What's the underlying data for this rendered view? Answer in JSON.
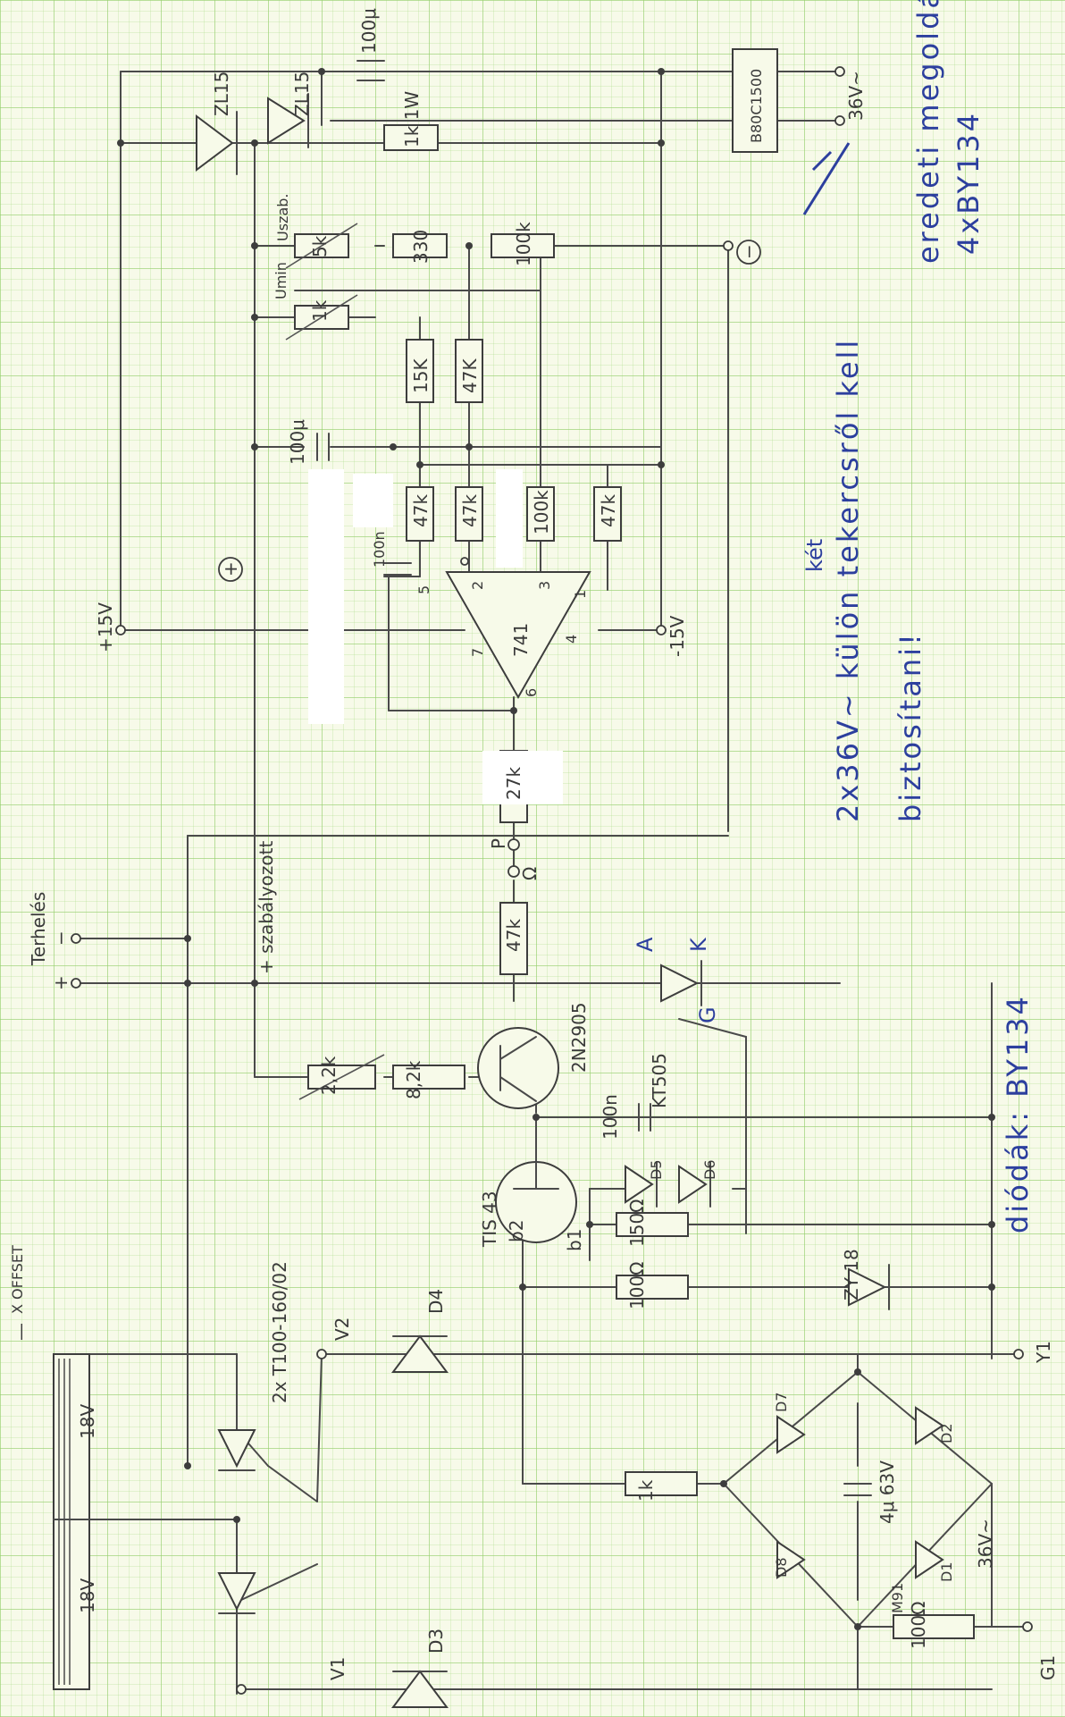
{
  "labels": {
    "minus_top": "—",
    "offset": "X OFFSET",
    "tr1": "18V",
    "tr2": "18V",
    "thyristor": "2x T100-160/02",
    "d3": "D3",
    "d4": "D4",
    "v1": "V1",
    "v2": "V2",
    "tis43": "TIS 43",
    "b1": "b1",
    "b2": "b2",
    "n2905": "2N2905",
    "kt505": "KT505",
    "a": "A",
    "k": "K",
    "g": "G",
    "r150": "150Ω",
    "r100": "100Ω",
    "r1k": "1k",
    "r100g": "100Ω",
    "g1": "G1",
    "w91": "M91",
    "zy18": "ZY 18",
    "d5": "D5",
    "d6": "D6",
    "c100n_c": "100n",
    "r8k2": "8,2k",
    "r2k2": "2,2k",
    "r47k_p": "47k",
    "r27k": "27k",
    "p": "P",
    "omega": "Ω",
    "terheles": "Terhelés",
    "plus_t": "+",
    "minus_t": "−",
    "szabalyozott": "+ szabályozott",
    "op741": "741",
    "pin2": "2",
    "pin3": "3",
    "pin4": "4",
    "pin5": "5",
    "pin6": "6",
    "pin7": "7",
    "pin1": "1",
    "c100n": "100n",
    "r47a": "47k",
    "r47b": "47k",
    "r100k": "100k",
    "r47c": "47k",
    "r15k": "15K",
    "r47d": "47K",
    "c100u_mid": "100μ",
    "plus15": "+15V",
    "minus15": "-15V",
    "plus_circle": "+",
    "minus_circle": "−",
    "umin": "Umin",
    "pot1k": "1k",
    "pot5k": "5k",
    "uszab": "Uszab.",
    "r330": "330",
    "r100k2": "100k",
    "zl15a": "ZL15",
    "zl15b": "ZL15",
    "r1k1w": "1k 1W",
    "c100u_top": "100μ",
    "bridge": "B80C1500",
    "v36top": "36V~",
    "bridge_c": "4μ 63V",
    "bd1": "D1",
    "bd2": "D2",
    "bd7": "D7",
    "bd8": "D8",
    "v36bot": "36V~",
    "y1": "Y1",
    "note1": "2x36V~ külön tekercsről kell",
    "note1_ket": "két",
    "note2": "biztosítani!",
    "note3": "diódák: BY134",
    "note4": "eredeti megoldás",
    "note5": "4xBY134"
  }
}
